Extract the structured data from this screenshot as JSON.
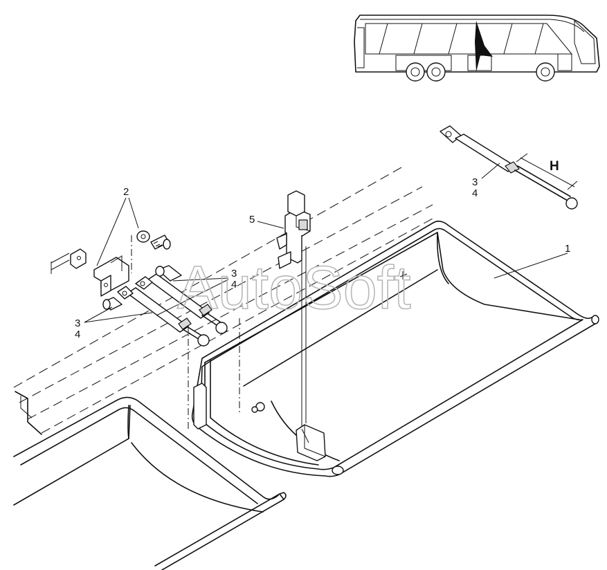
{
  "labels": {
    "part1": "1",
    "part2": "2",
    "part3_strut_right": "3",
    "part4_strut_right": "4",
    "part3_struts_center": "3",
    "part4_struts_center": "4",
    "part3_struts_left": "3",
    "part4_struts_left": "4",
    "part5": "5",
    "dimension_h": "H"
  },
  "watermark": "AutoSoft",
  "colors": {
    "line": "#111111",
    "background": "#ffffff",
    "watermark": "#b8b8b8"
  },
  "icons": {
    "bus_locator": "bus-side-view-icon",
    "locator_arrow": "arrow-up-icon"
  }
}
